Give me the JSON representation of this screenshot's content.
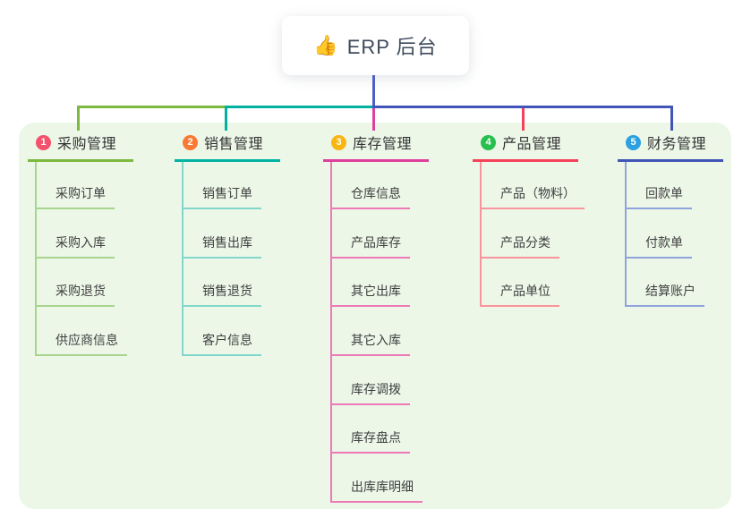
{
  "root": {
    "icon": "👍",
    "title": "ERP 后台"
  },
  "branches": [
    {
      "badge": "1",
      "label": "采购管理",
      "badge_color": "#f3516c",
      "line_color": "#7cb93e",
      "child_line_color": "#a7d58d",
      "children": [
        "采购订单",
        "采购入库",
        "采购退货",
        "供应商信息"
      ]
    },
    {
      "badge": "2",
      "label": "销售管理",
      "badge_color": "#f97b33",
      "line_color": "#00b2a2",
      "child_line_color": "#82d7cc",
      "children": [
        "销售订单",
        "销售出库",
        "销售退货",
        "客户信息"
      ]
    },
    {
      "badge": "3",
      "label": "库存管理",
      "badge_color": "#f9b512",
      "line_color": "#df3f9d",
      "child_line_color": "#ee79b6",
      "children": [
        "仓库信息",
        "产品库存",
        "其它出库",
        "其它入库",
        "库存调拨",
        "库存盘点",
        "出库库明细"
      ]
    },
    {
      "badge": "4",
      "label": "产品管理",
      "badge_color": "#27bf4e",
      "line_color": "#f4425a",
      "child_line_color": "#f9949d",
      "children": [
        "产品（物料）",
        "产品分类",
        "产品单位"
      ]
    },
    {
      "badge": "5",
      "label": "财务管理",
      "badge_color": "#2ba1e0",
      "line_color": "#4155b6",
      "child_line_color": "#8fa3dc",
      "children": [
        "回款单",
        "付款单",
        "结算账户"
      ]
    }
  ],
  "connector_colors": {
    "root_drop": "#4f5ec7",
    "bus_left": "#7cb93e",
    "bus_mid": "#00b2a2",
    "bus_right": "#4355bb"
  },
  "panel_color": "#ecf7e8"
}
